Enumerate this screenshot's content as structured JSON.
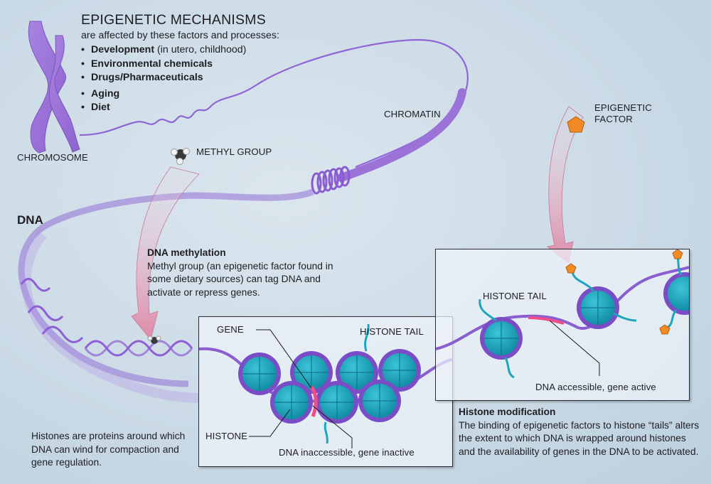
{
  "header": {
    "title": "EPIGENETIC MECHANISMS",
    "subtitle": "are affected by these factors and processes:",
    "factors": [
      {
        "bold": "Development",
        "rest": " (in utero, childhood)"
      },
      {
        "bold": "Environmental chemicals",
        "rest": ""
      },
      {
        "bold": "Drugs/Pharmaceuticals",
        "rest": ""
      },
      {
        "bold": "Aging",
        "rest": ""
      },
      {
        "bold": "Diet",
        "rest": ""
      }
    ]
  },
  "labels": {
    "chromosome": "CHROMOSOME",
    "chromatin": "CHROMATIN",
    "methyl_group": "METHYL GROUP",
    "epigenetic_factor_line1": "EPIGENETIC",
    "epigenetic_factor_line2": "FACTOR",
    "dna": "DNA"
  },
  "methylation": {
    "heading": "DNA methylation",
    "body": "Methyl group (an epigenetic factor found in some dietary sources) can tag DNA and activate or repress genes."
  },
  "histones_note": "Histones are proteins around which DNA can wind for compaction and gene regulation.",
  "inactive_panel": {
    "gene": "GENE",
    "histone_tail": "HISTONE TAIL",
    "histone": "HISTONE",
    "status": "DNA inaccessible, gene inactive"
  },
  "active_panel": {
    "histone_tail": "HISTONE TAIL",
    "status": "DNA accessible, gene active"
  },
  "histone_modification": {
    "heading": "Histone modification",
    "body": "The binding of epigenetic factors to histone “tails” alters the extent to which DNA is wrapped around histones and the availability of genes in the DNA to be activated."
  },
  "colors": {
    "dna_purple": "#8a5bd0",
    "histone_teal": "#1ea5be",
    "gene_pink": "#ef4f86",
    "factor_orange": "#f08a24",
    "arrow_pink": "#e59bb6"
  }
}
